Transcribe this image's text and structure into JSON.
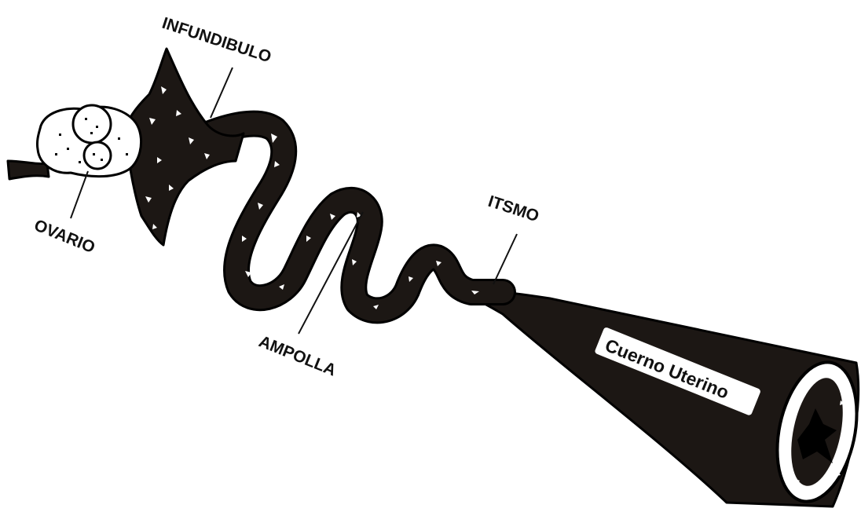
{
  "diagram": {
    "labels": {
      "infundibulo": "INFUNDIBULO",
      "ovario": "OVARIO",
      "ampolla": "AMPOLLA",
      "itsmo": "ITSMO",
      "cuerno": "Cuerno Uterino"
    },
    "colors": {
      "ink": "#1c1714",
      "outline": "#000000",
      "background": "#ffffff"
    }
  }
}
